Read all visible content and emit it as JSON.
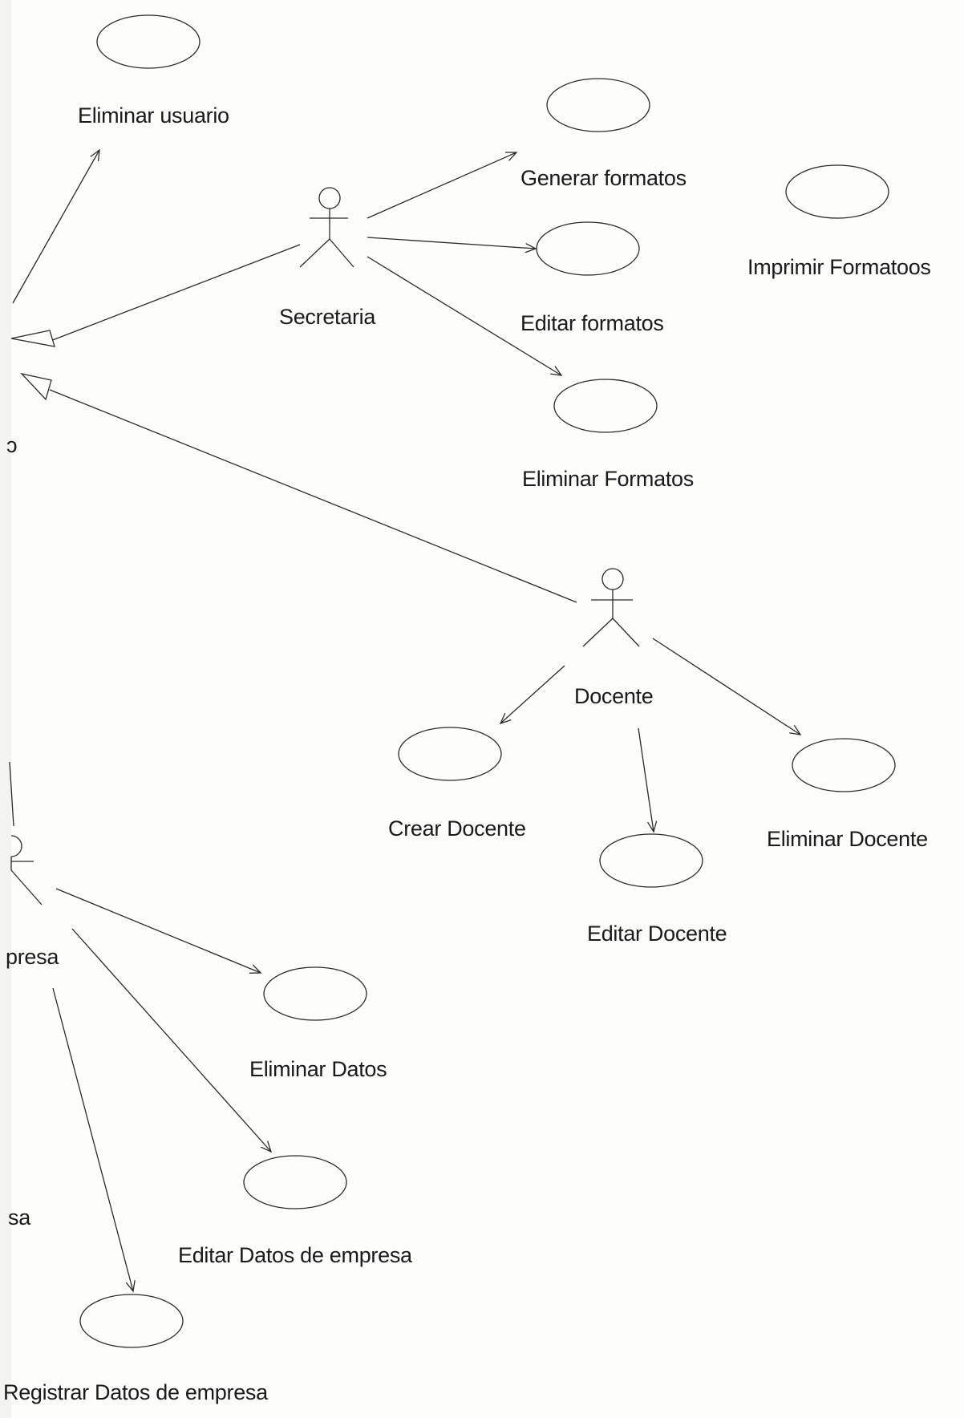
{
  "colors": {
    "ink": "#1a1a1a",
    "line": "#2a2a2a",
    "paper": "#fdfdfc"
  },
  "actors": {
    "secretaria": "Secretaria",
    "docente": "Docente",
    "empresa_partial": "presa"
  },
  "use_cases": {
    "eliminar_usuario": "Eliminar usuario",
    "generar_formatos": "Generar formatos",
    "imprimir_formatos": "Imprimir Formatoos",
    "editar_formatos": "Editar formatos",
    "eliminar_formatos": "Eliminar Formatos",
    "crear_docente": "Crear Docente",
    "editar_docente": "Editar Docente",
    "eliminar_docente": "Eliminar Docente",
    "eliminar_datos": "Eliminar Datos",
    "editar_datos_empresa": "Editar Datos de empresa",
    "registrar_datos_empresa": "Registrar Datos de empresa"
  },
  "fragments": {
    "left_o": "ɔ",
    "left_sa": "sa"
  }
}
